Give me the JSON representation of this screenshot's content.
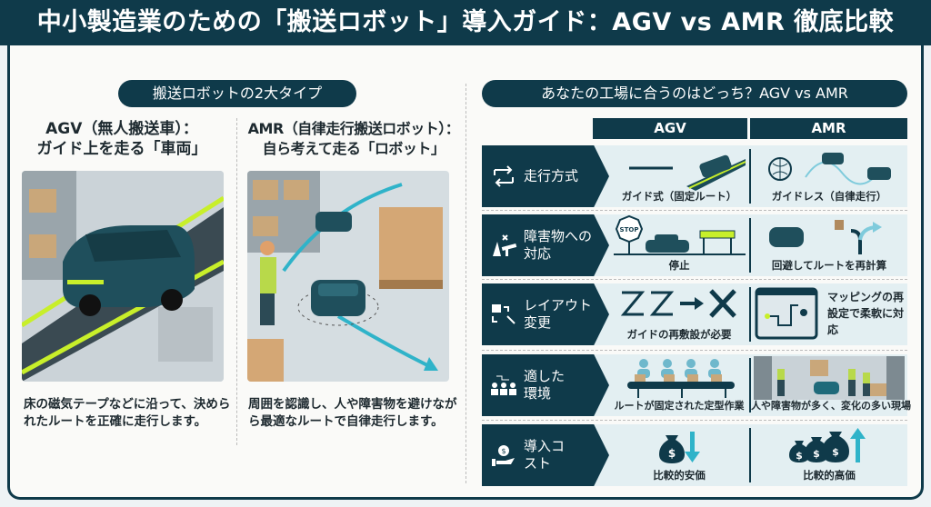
{
  "title": "中小製造業のための「搬送ロボット」導入ガイド：AGV vs AMR 徹底比較",
  "left": {
    "pill": "搬送ロボットの2大タイプ",
    "agv": {
      "heading1": "AGV（無人搬送車）：",
      "heading2": "ガイド上を走る「車両」",
      "desc": "床の磁気テープなどに沿って、決められたルートを正確に走行します。"
    },
    "amr": {
      "heading1": "AMR（自律走行搬送ロボット）：",
      "heading2": "自ら考えて走る「ロボット」",
      "desc": "周囲を認識し、人や障害物を避けながら最適なルートで自律走行します。"
    }
  },
  "right": {
    "pill": "あなたの工場に合うのはどっち？AGV vs AMR",
    "col_agv": "AGV",
    "col_amr": "AMR",
    "rows": [
      {
        "label": "走行方式",
        "icon": "route-arrows-icon",
        "agv": "ガイド式（固定ルート）",
        "amr": "ガイドレス（自律走行）"
      },
      {
        "label": "障害物への対応",
        "icon": "obstacle-icon",
        "agv": "停止",
        "amr": "回避してルートを再計算",
        "stop": "STOP"
      },
      {
        "label": "レイアウト変更",
        "icon": "layout-change-icon",
        "agv": "ガイドの再敷設が必要",
        "amr": "マッピングの再設定で柔軟に対応"
      },
      {
        "label": "適した環境",
        "icon": "workers-icon",
        "agv": "ルートが固定された定型作業",
        "amr": "人や障害物が多く、変化の多い現場"
      },
      {
        "label": "導入コスト",
        "icon": "cost-hand-icon",
        "agv": "比較的安価",
        "amr": "比較的高価"
      }
    ]
  },
  "colors": {
    "primary": "#0f3a4a",
    "accent": "#2fb3c9",
    "tape": "#c8ef2a"
  }
}
